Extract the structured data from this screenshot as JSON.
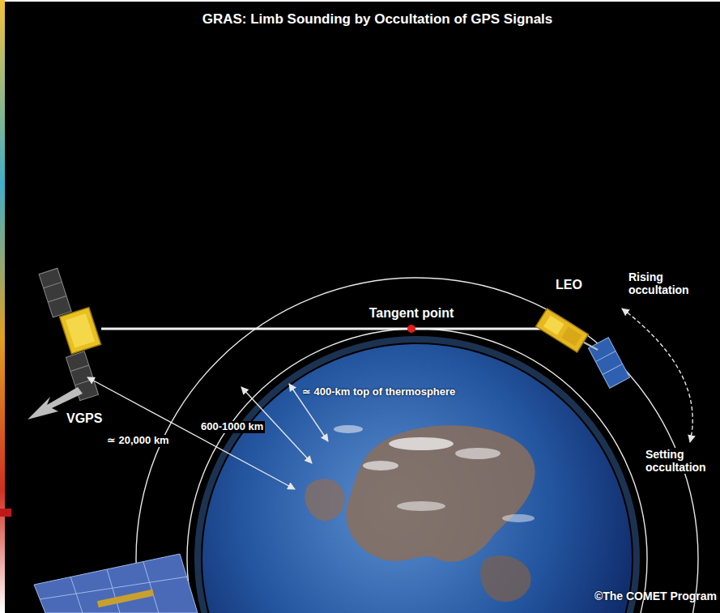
{
  "diagram": {
    "title": "GRAS: Limb Sounding by Occultation of GPS Signals",
    "labels": [
      "LEO",
      "Tangent point",
      "Rising occultation",
      "Setting occultation",
      "VGPS",
      "≃ 20,000 km",
      "600-1000 km",
      "≃ 400-km top of thermosphere",
      "©The COMET Program"
    ]
  }
}
